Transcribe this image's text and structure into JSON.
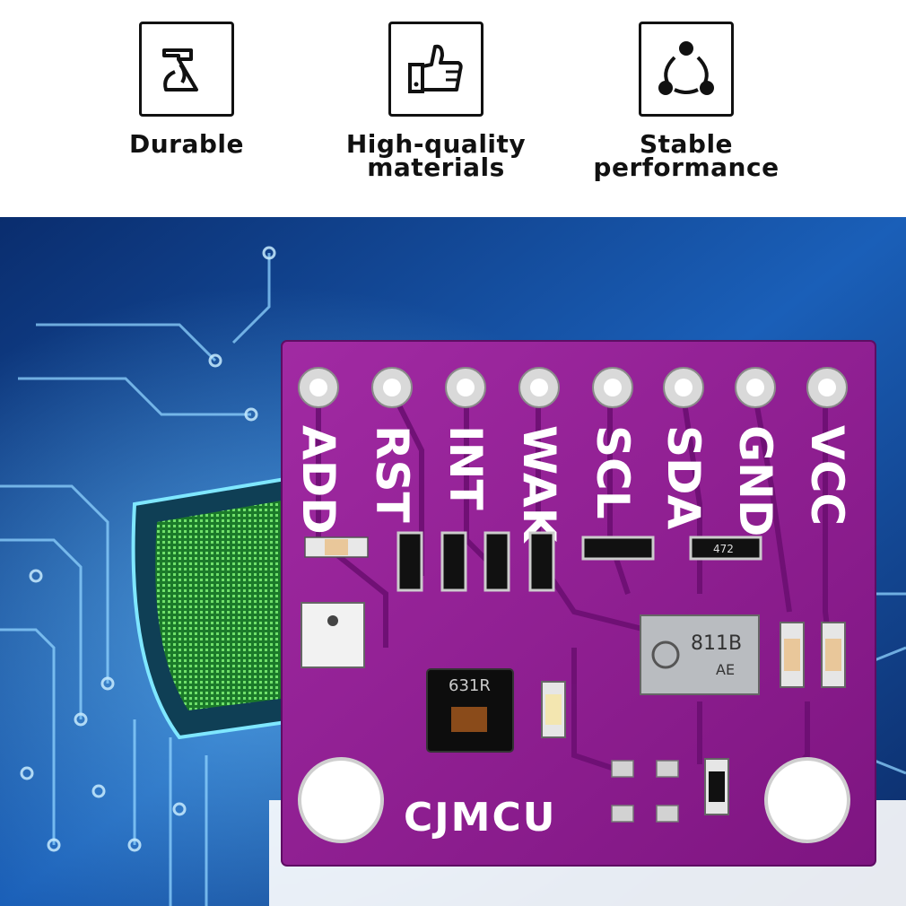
{
  "features": [
    {
      "label": "Durable",
      "icon": "hammer-icon"
    },
    {
      "label": "High-quality\nmaterials",
      "icon": "thumbs-up-icon"
    },
    {
      "label": "Stable\nperformance",
      "icon": "cycle-nodes-icon"
    }
  ],
  "board": {
    "pins": [
      "ADD",
      "RST",
      "INT",
      "WAK",
      "SCL",
      "SDA",
      "GND",
      "VCC"
    ],
    "brand": "CJMCU",
    "chip_marking_main": "811B",
    "chip_marking_sub": "AE",
    "chip_marking_small": "631R",
    "resistor_marking": "472",
    "board_color": "#9b1f9a",
    "background_color": "#0d3f8a"
  }
}
